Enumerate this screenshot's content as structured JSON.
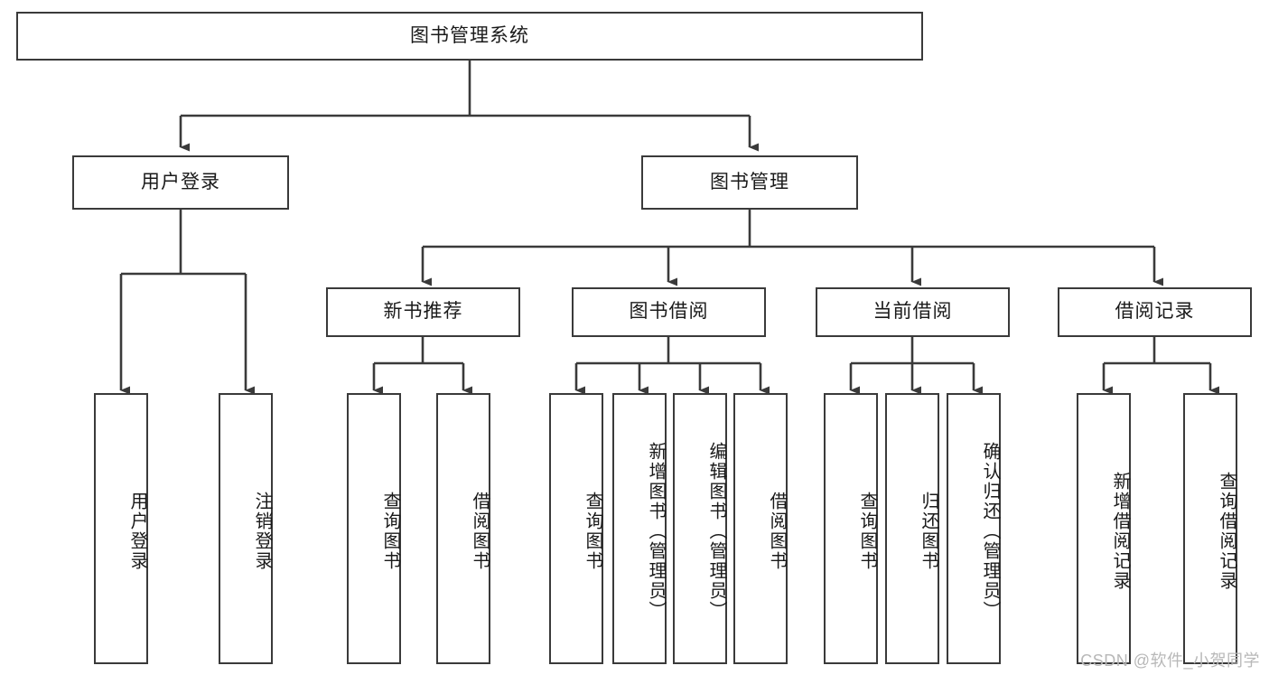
{
  "diagram": {
    "title": "图书管理系统",
    "type": "tree-hierarchy-chart",
    "root": {
      "label": "图书管理系统"
    },
    "level1": [
      {
        "label": "用户登录"
      },
      {
        "label": "图书管理"
      }
    ],
    "level2": [
      {
        "label": "新书推荐"
      },
      {
        "label": "图书借阅"
      },
      {
        "label": "当前借阅"
      },
      {
        "label": "借阅记录"
      }
    ],
    "leaves": {
      "user_login": [
        {
          "label": "用户登录"
        },
        {
          "label": "注销登录"
        }
      ],
      "new_book_recommend": [
        {
          "label": "查询图书"
        },
        {
          "label": "借阅图书"
        }
      ],
      "book_borrow": [
        {
          "label": "查询图书"
        },
        {
          "label": "新增图书（管理员）"
        },
        {
          "label": "编辑图书（管理员）"
        },
        {
          "label": "借阅图书"
        }
      ],
      "current_borrow": [
        {
          "label": "查询图书"
        },
        {
          "label": "归还图书"
        },
        {
          "label": "确认归还（管理员）"
        }
      ],
      "borrow_record": [
        {
          "label": "新增借阅记录"
        },
        {
          "label": "查询借阅记录"
        }
      ]
    },
    "watermark": "CSDN @软件_小贺同学",
    "colors": {
      "stroke": "#3a3a3a",
      "fill": "#ffffff",
      "text": "#1a1a1a",
      "watermark": "#b8b8b8"
    }
  }
}
